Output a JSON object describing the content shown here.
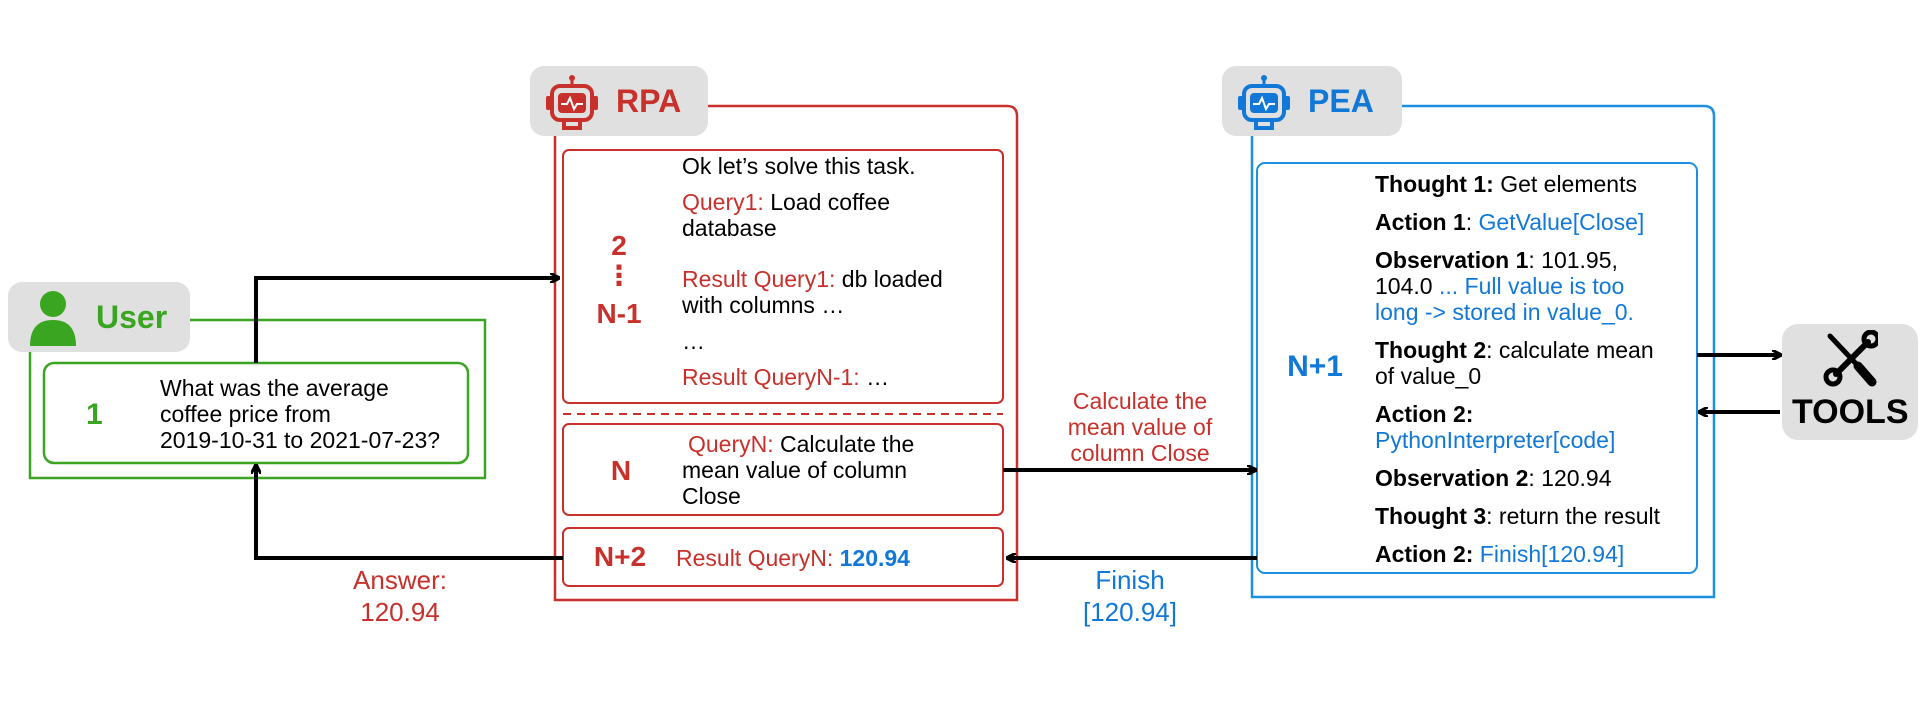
{
  "user": {
    "title": "User",
    "step": "1",
    "question": [
      "What was the average",
      "coffee price from",
      "2019-10-31 to 2021-07-23?"
    ]
  },
  "rpa": {
    "title": "RPA",
    "block_top": {
      "step_top": "2",
      "step_dots": "⋮",
      "step_bottom": "N-1",
      "intro": "Ok let’s solve this task.",
      "q1_label": "Query1:",
      "q1_text_1": "Load coffee",
      "q1_text_2": "database",
      "r1_label": "Result Query1:",
      "r1_text_1": "db loaded",
      "r1_text_2": "with columns …",
      "ellipsis": "…",
      "rn1_label": "Result QueryN-1:",
      "rn1_text": "…"
    },
    "block_mid": {
      "step": "N",
      "qn_label": "QueryN:",
      "qn_text_1": "Calculate the",
      "qn_text_2": "mean value of column",
      "qn_text_3": "Close"
    },
    "block_bot": {
      "step": "N+2",
      "label": "Result QueryN:",
      "value": "120.94"
    }
  },
  "edge_labels": {
    "to_pea": [
      "Calculate the",
      "mean value of",
      "column Close"
    ],
    "finish": [
      "Finish",
      "[120.94]"
    ],
    "answer": [
      "Answer:",
      "120.94"
    ]
  },
  "pea": {
    "title": "PEA",
    "step": "N+1",
    "t1_label": "Thought 1:",
    "t1_text": "Get elements",
    "a1_label": "Action 1",
    "a1_text": "GetValue[Close]",
    "o1_label": "Observation 1",
    "o1_text_1": "101.95,",
    "o1_text_2": "104.0",
    "o1_note_1": "... Full value is too",
    "o1_note_2": "long -> stored in value_0.",
    "t2_label": "Thought 2",
    "t2_text_1": "calculate mean",
    "t2_text_2": "of value_0",
    "a2_label": "Action 2:",
    "a2_text": "PythonInterpreter[code]",
    "o2_label": "Observation 2",
    "o2_text": "120.94",
    "t3_label": "Thought 3",
    "t3_text": "return the result",
    "a3_label": "Action 2:",
    "a3_text": "Finish[120.94]"
  },
  "tools": {
    "title": "TOOLS"
  },
  "colors": {
    "user": "#3aa520",
    "rpa": "#c8312b",
    "pea": "#1178d8",
    "pill": "#e0e0e0"
  }
}
